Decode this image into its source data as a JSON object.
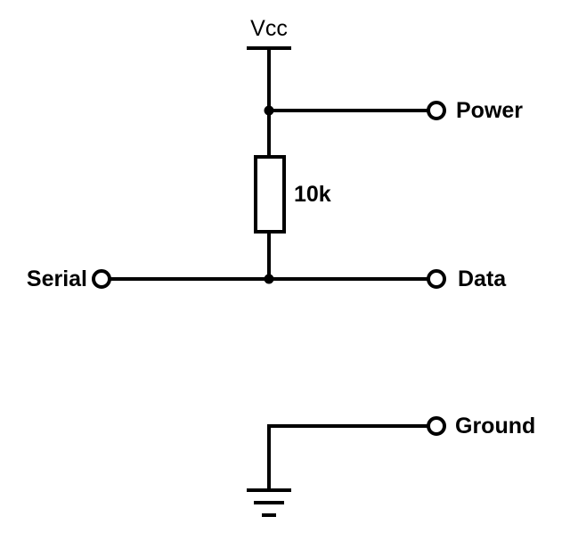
{
  "schematic": {
    "supply_label": "Vcc",
    "resistor_value": "10k",
    "terminals": {
      "power": "Power",
      "serial": "Serial",
      "data": "Data",
      "ground": "Ground"
    }
  }
}
